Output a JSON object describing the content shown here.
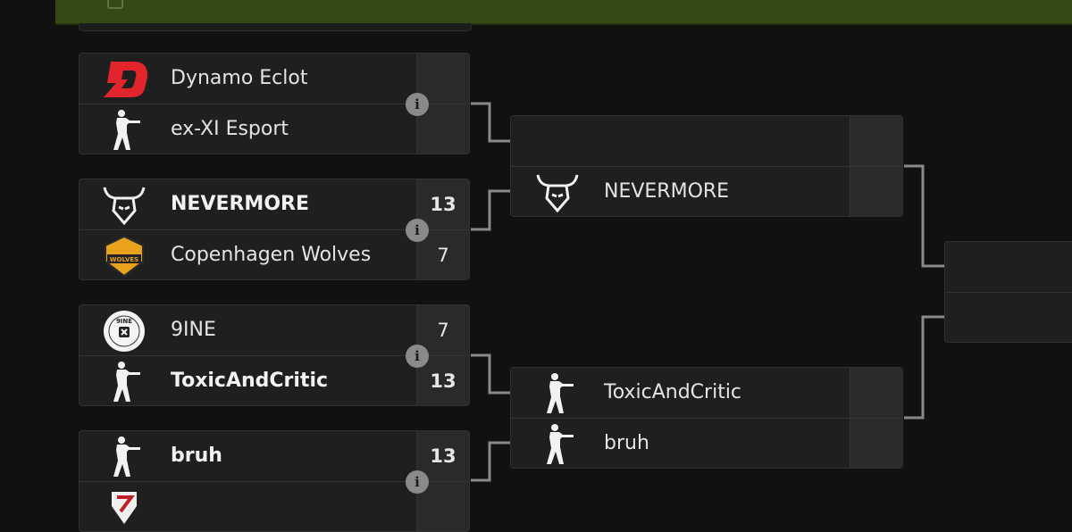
{
  "bracket": {
    "matches": [
      {
        "id": "m1",
        "info_label": "i",
        "teams": [
          {
            "name": "Dynamo Eclot",
            "score": "",
            "logo": "dynamo-logo",
            "winner": false
          },
          {
            "name": "ex-XI Esport",
            "score": "",
            "logo": "soldier-icon",
            "winner": false
          }
        ]
      },
      {
        "id": "m2",
        "info_label": "i",
        "teams": [
          {
            "name": "NEVERMORE",
            "score": "13",
            "logo": "bull-logo",
            "winner": true
          },
          {
            "name": "Copenhagen Wolves",
            "score": "7",
            "logo": "wolves-logo",
            "winner": false
          }
        ]
      },
      {
        "id": "m3",
        "info_label": "i",
        "teams": [
          {
            "name": "9INE",
            "score": "7",
            "logo": "9ine-logo",
            "winner": false
          },
          {
            "name": "ToxicAndCritic",
            "score": "13",
            "logo": "soldier-icon",
            "winner": true
          }
        ]
      },
      {
        "id": "m4",
        "info_label": "i",
        "teams": [
          {
            "name": "bruh",
            "score": "13",
            "logo": "soldier-icon",
            "winner": true
          },
          {
            "name": "",
            "score": "",
            "logo": "red-shield-logo",
            "winner": false
          }
        ]
      }
    ],
    "round2": [
      {
        "id": "r2a",
        "teams": [
          {
            "name": "",
            "logo": ""
          },
          {
            "name": "NEVERMORE",
            "logo": "bull-logo"
          }
        ]
      },
      {
        "id": "r2b",
        "teams": [
          {
            "name": "ToxicAndCritic",
            "logo": "soldier-icon"
          },
          {
            "name": "bruh",
            "logo": "soldier-icon"
          }
        ]
      }
    ],
    "round3": [
      {
        "id": "r3a",
        "teams": [
          {
            "name": ""
          },
          {
            "name": ""
          }
        ]
      }
    ],
    "colors": {
      "topbar": "#344a12",
      "card": "#1f1f1f",
      "connector": "#8a8a8a",
      "dynamo_red": "#e0262c"
    }
  }
}
